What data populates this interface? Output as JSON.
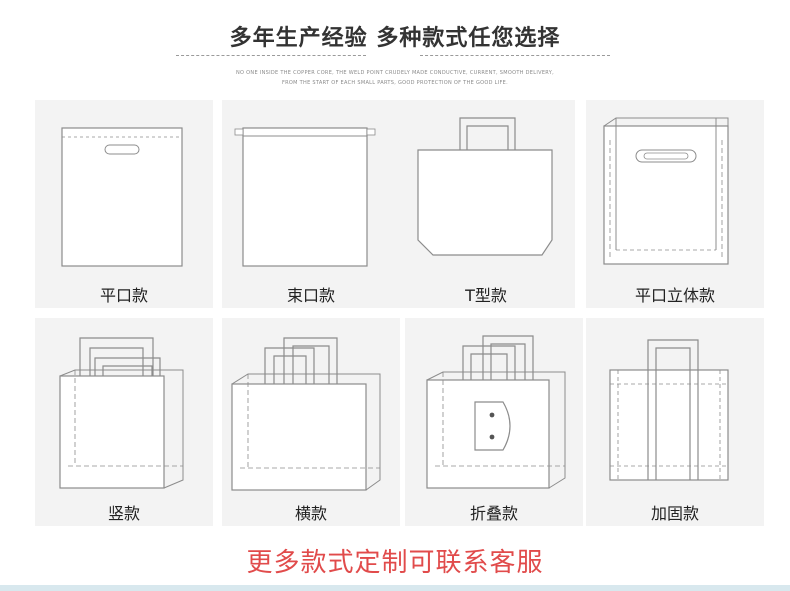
{
  "header": {
    "title": "多年生产经验 多种款式任您选择",
    "subtitle_line1": "NO ONE INSIDE THE COPPER CORE, THE WELD POINT CRUDELY MADE CONDUCTIVE, CURRENT, SMOOTH DELIVERY,",
    "subtitle_line2": "FROM THE START OF EACH SMALL PARTS, GOOD PROTECTION OF THE GOOD LIFE."
  },
  "bags": [
    {
      "icon": "flat-bag-icon",
      "label": "平口款"
    },
    {
      "icon": "drawstring-bag-icon",
      "label": "束口款"
    },
    {
      "icon": "t-shaped-bag-icon",
      "label": "T型款"
    },
    {
      "icon": "flat-3d-bag-icon",
      "label": "平口立体款"
    },
    {
      "icon": "vertical-bag-icon",
      "label": "竖款"
    },
    {
      "icon": "horizontal-bag-icon",
      "label": "横款"
    },
    {
      "icon": "folding-bag-icon",
      "label": "折叠款"
    },
    {
      "icon": "reinforced-bag-icon",
      "label": "加固款"
    }
  ],
  "footer": {
    "text": "更多款式定制可联系客服"
  },
  "colors": {
    "outline": "#8c8c8c",
    "panel": "#f3f3f3",
    "accent": "#e14b4b"
  }
}
